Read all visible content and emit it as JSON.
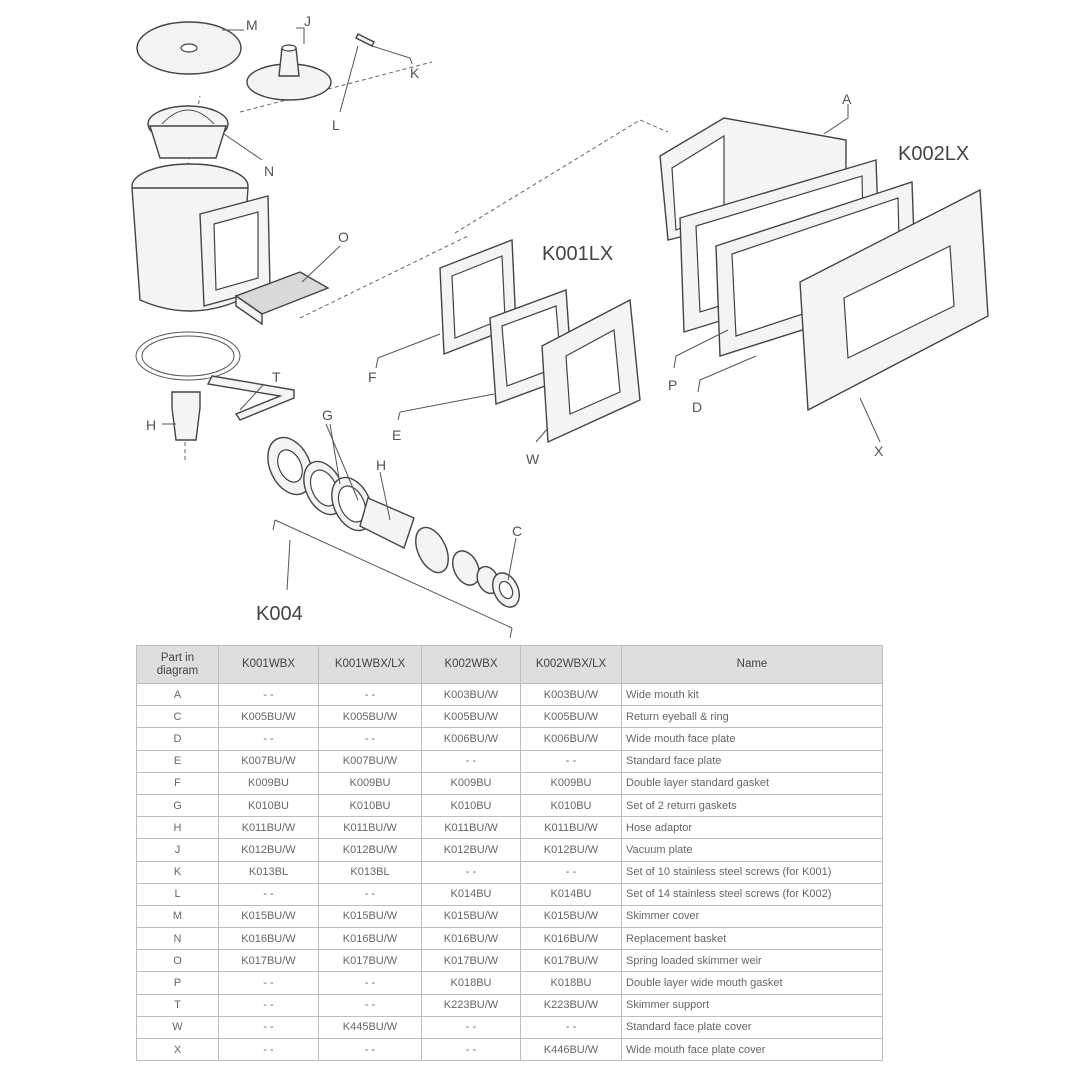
{
  "diagram": {
    "labels": {
      "M": "M",
      "J": "J",
      "K": "K",
      "L": "L",
      "N": "N",
      "O": "O",
      "T": "T",
      "H1": "H",
      "H2": "H",
      "G": "G",
      "C": "C",
      "A": "A",
      "F": "F",
      "E": "E",
      "W": "W",
      "P": "P",
      "D": "D",
      "X": "X"
    },
    "kits": {
      "k001lx": "K001LX",
      "k002lx": "K002LX",
      "k004": "K004"
    }
  },
  "table": {
    "headers": [
      "Part in diagram",
      "K001WBX",
      "K001WBX/LX",
      "K002WBX",
      "K002WBX/LX",
      "Name"
    ],
    "rows": [
      [
        "A",
        "- -",
        "- -",
        "K003BU/W",
        "K003BU/W",
        "Wide mouth kit"
      ],
      [
        "C",
        "K005BU/W",
        "K005BU/W",
        "K005BU/W",
        "K005BU/W",
        "Return eyeball & ring"
      ],
      [
        "D",
        "- -",
        "- -",
        "K006BU/W",
        "K006BU/W",
        "Wide mouth face plate"
      ],
      [
        "E",
        "K007BU/W",
        "K007BU/W",
        "- -",
        "- -",
        "Standard face plate"
      ],
      [
        "F",
        "K009BU",
        "K009BU",
        "K009BU",
        "K009BU",
        "Double layer standard gasket"
      ],
      [
        "G",
        "K010BU",
        "K010BU",
        "K010BU",
        "K010BU",
        "Set of 2 return gaskets"
      ],
      [
        "H",
        "K011BU/W",
        "K011BU/W",
        "K011BU/W",
        "K011BU/W",
        "Hose adaptor"
      ],
      [
        "J",
        "K012BU/W",
        "K012BU/W",
        "K012BU/W",
        "K012BU/W",
        "Vacuum plate"
      ],
      [
        "K",
        "K013BL",
        "K013BL",
        "- -",
        "- -",
        "Set of 10 stainless steel screws (for K001)"
      ],
      [
        "L",
        "- -",
        "- -",
        "K014BU",
        "K014BU",
        "Set of 14 stainless steel screws (for K002)"
      ],
      [
        "M",
        "K015BU/W",
        "K015BU/W",
        "K015BU/W",
        "K015BU/W",
        "Skimmer cover"
      ],
      [
        "N",
        "K016BU/W",
        "K016BU/W",
        "K016BU/W",
        "K016BU/W",
        "Replacement basket"
      ],
      [
        "O",
        "K017BU/W",
        "K017BU/W",
        "K017BU/W",
        "K017BU/W",
        "Spring loaded skimmer weir"
      ],
      [
        "P",
        "- -",
        "- -",
        "K018BU",
        "K018BU",
        "Double layer wide mouth gasket"
      ],
      [
        "T",
        "- -",
        "- -",
        "K223BU/W",
        "K223BU/W",
        "Skimmer support"
      ],
      [
        "W",
        "- -",
        "K445BU/W",
        "- -",
        "- -",
        "Standard face plate cover"
      ],
      [
        "X",
        "- -",
        "- -",
        "- -",
        "K446BU/W",
        "Wide mouth face plate cover"
      ]
    ]
  }
}
